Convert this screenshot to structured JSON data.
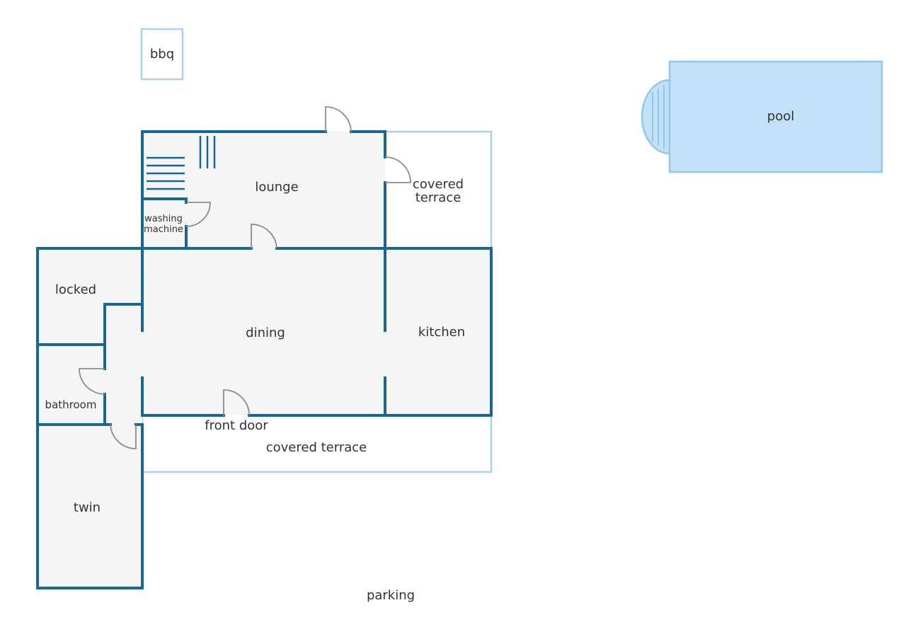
{
  "floorplan": {
    "labels": {
      "bbq": "bbq",
      "pool": "pool",
      "lounge": "lounge",
      "covered_terrace_top_1": "covered",
      "covered_terrace_top_2": "terrace",
      "washing_1": "washing",
      "washing_2": "machine",
      "locked": "locked",
      "dining": "dining",
      "kitchen": "kitchen",
      "bathroom": "bathroom",
      "front_door": "front door",
      "covered_terrace_bottom": "covered terrace",
      "twin": "twin",
      "parking": "parking"
    },
    "colors": {
      "wall": "#1a6796",
      "room_fill": "#f5f5f5",
      "outline_light": "#a9d3ec",
      "pool_fill": "#c2e1f7",
      "door": "#8c8c8c"
    }
  }
}
